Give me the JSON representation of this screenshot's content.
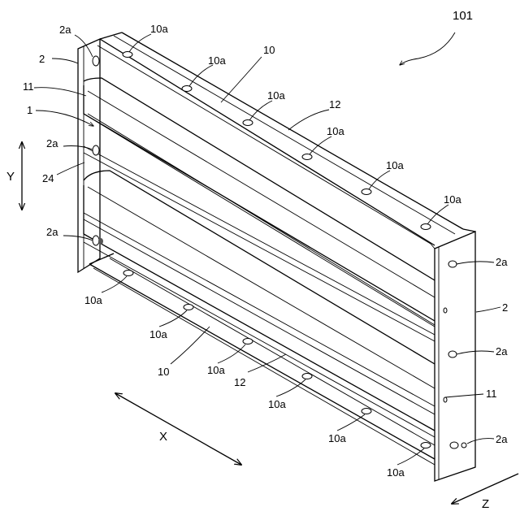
{
  "labels": {
    "assembly": "101",
    "plate": "2",
    "plate_hole": "2a",
    "member": "1",
    "beam": "10",
    "beam_hole": "10a",
    "rib": "11",
    "edge": "12",
    "gap": "24"
  },
  "axes": {
    "x": "X",
    "y": "Y",
    "z": "Z"
  }
}
